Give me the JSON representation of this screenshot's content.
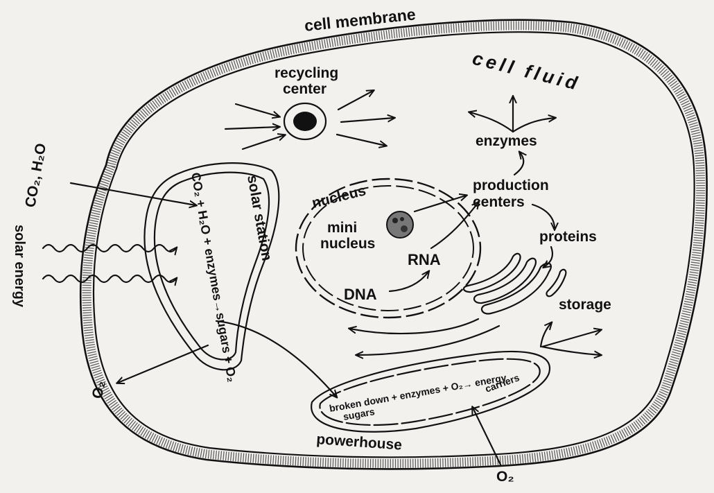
{
  "labels": {
    "cell_membrane": "cell membrane",
    "cell_fluid": "cell fluid",
    "recycling_center": [
      "recycling",
      "center"
    ],
    "enzymes": "enzymes",
    "production_centers": [
      "production",
      "centers"
    ],
    "proteins": "proteins",
    "storage": "storage",
    "nucleus": "nucleus",
    "mini_nucleus": [
      "mini",
      "nucleus"
    ],
    "rna": "RNA",
    "dna": "DNA",
    "solar_station": "solar station",
    "solar_equation_line1": "CO₂ + H₂O + enzymes→sugars + O₂",
    "co2_h2o_input": "CO₂, H₂O",
    "solar_energy": "solar energy",
    "o2_out": "O₂",
    "o2_in": "O₂",
    "powerhouse": "powerhouse",
    "powerhouse_equation": "broken down + enzymes + O₂→ energy",
    "powerhouse_sugars": "sugars",
    "powerhouse_carriers": "carriers"
  }
}
